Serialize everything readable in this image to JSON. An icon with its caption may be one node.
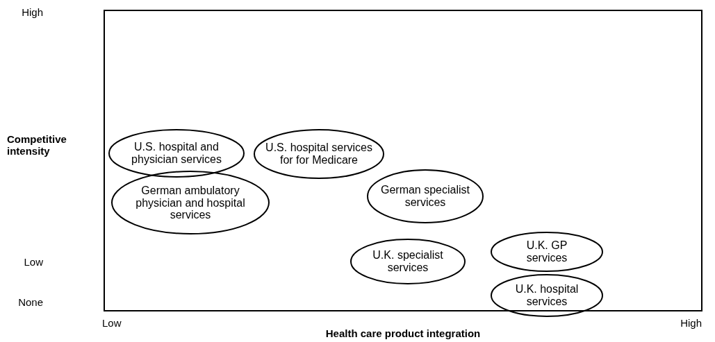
{
  "diagram": {
    "nodes": [
      {
        "text": [
          "U.S. hospital and physician services"
        ]
      },
      {
        "text": [
          "U.S. hospital services for for Medicare"
        ]
      },
      {
        "text": [
          "German ambulatory physician and hospital services"
        ]
      },
      {
        "text": [
          "German specialist services"
        ]
      },
      {
        "text": [
          "U.K. GP services"
        ]
      },
      {
        "text": [
          "U.K. specialist services"
        ]
      },
      {
        "text": [
          "U.K. hospital services"
        ]
      }
    ],
    "labels": [
      "High",
      "Competitive intensity",
      "Low",
      "None",
      "Low",
      "High",
      "Health care product integration"
    ]
  }
}
